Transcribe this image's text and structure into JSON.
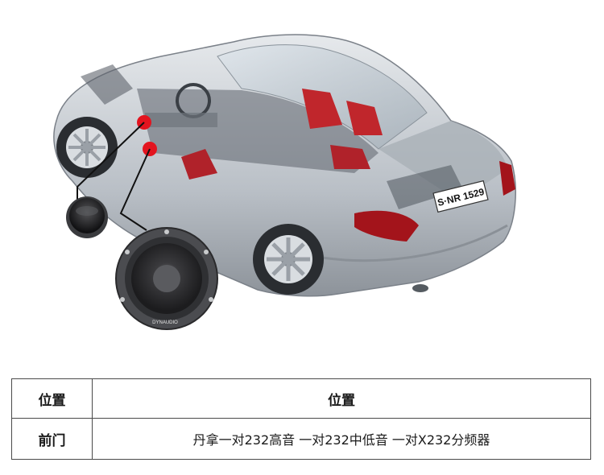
{
  "illustration": {
    "subject": "cutaway-car-with-speakers",
    "license_plate": "S·NR 1529",
    "speaker_brand": "DYNAUDIO",
    "colors": {
      "car_body": "#c9ced4",
      "seat_red": "#c0262c",
      "marker_red": "#e3141f",
      "speaker_dark": "#2b2b2d",
      "callout_line": "#111111"
    }
  },
  "table": {
    "header": {
      "col1": "位置",
      "col2": "位置"
    },
    "rows": [
      {
        "key": "前门",
        "value": "丹拿一对232高音 一对232中低音 一对X232分频器"
      }
    ]
  }
}
